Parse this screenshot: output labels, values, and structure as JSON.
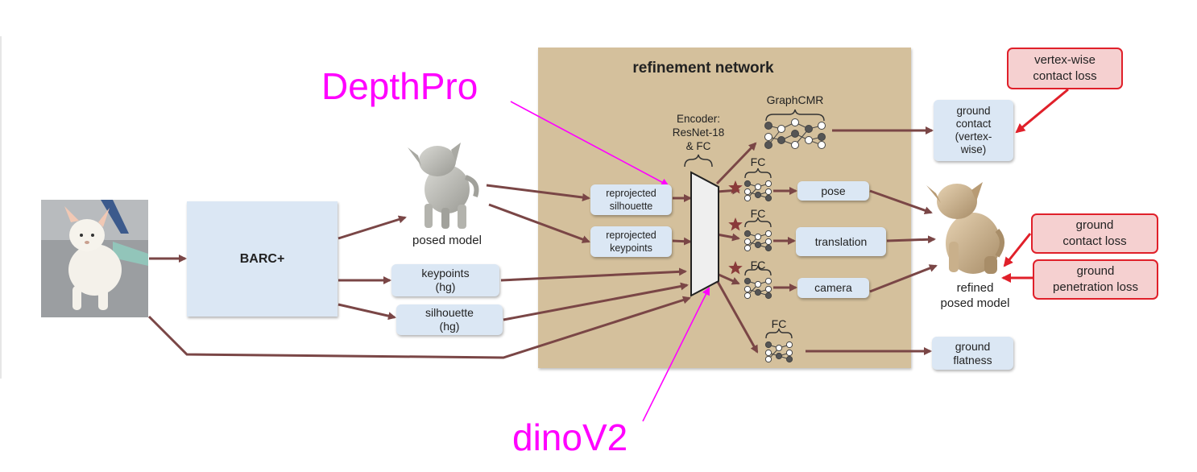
{
  "annotations": {
    "depthpro": "DepthPro",
    "dinov2": "dinoV2"
  },
  "refinement": {
    "title": "refinement network",
    "encoder_label": "Encoder:\nResNet-18\n& FC",
    "graphcmr_label": "GraphCMR",
    "fc_label": "FC",
    "reprojected_silhouette": "reprojected\nsilhouette",
    "reprojected_keypoints": "reprojected\nkeypoints",
    "pose": "pose",
    "translation": "translation",
    "camera": "camera"
  },
  "pipeline": {
    "barc": "BARC+",
    "posed_model": "posed model",
    "keypoints": "keypoints\n(hg)",
    "silhouette": "silhouette\n(hg)",
    "refined_model": "refined\nposed model"
  },
  "outputs": {
    "ground_contact": "ground\ncontact\n(vertex-\nwise)",
    "ground_flatness": "ground\nflatness"
  },
  "losses": {
    "vertex_contact": "vertex-wise\ncontact loss",
    "ground_contact": "ground\ncontact loss",
    "ground_penetration": "ground\npenetration loss"
  },
  "colors": {
    "arrow": "#7a4646",
    "magenta": "#ff00ff",
    "red": "#e0202a",
    "panel": "#d4c09c",
    "box": "#dbe7f4"
  }
}
